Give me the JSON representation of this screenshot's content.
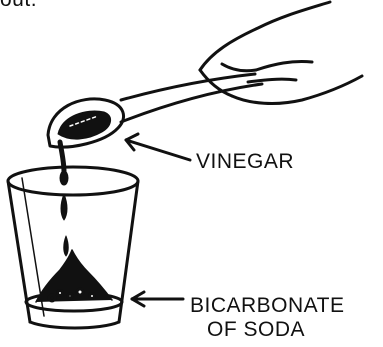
{
  "labels": {
    "top_fragment": "out.",
    "vinegar": "VINEGAR",
    "soda_line1": "BICARBONATE",
    "soda_line2": "OF SODA"
  },
  "colors": {
    "ink": "#111111",
    "background": "#ffffff"
  },
  "icons": {
    "hand": "hand-holding-spoon",
    "spoon": "spoon-icon",
    "glass": "glass-icon",
    "drops": "drop-icon",
    "arrows": "arrow-left-icon"
  }
}
